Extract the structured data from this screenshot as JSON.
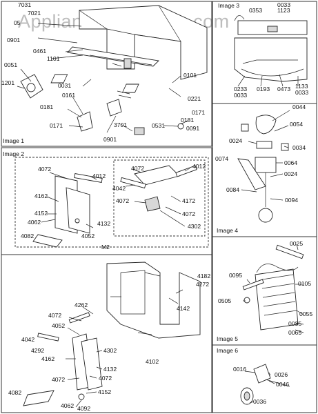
{
  "watermark": "AppliancePartsPros.com",
  "panels": [
    {
      "title": "Image 1"
    },
    {
      "title": "Image 2"
    },
    {
      "title": "Image 3"
    },
    {
      "title": "Image 4"
    },
    {
      "title": "Image 5"
    },
    {
      "title": "Image 6"
    }
  ],
  "labels": [
    "7031",
    "7021",
    "05",
    "0901",
    "0461",
    "1101",
    "0051",
    "1201",
    "0031",
    "0161",
    "0181",
    "0171",
    "0101",
    "0221",
    "0171",
    "0181",
    "0091",
    "3701",
    "0531",
    "0901",
    "0353",
    "0033",
    "1123",
    "0233",
    "0033",
    "0193",
    "0473",
    "1133",
    "0033",
    "0044",
    "0054",
    "0024",
    "0034",
    "0074",
    "0064",
    "0024",
    "0084",
    "0094",
    "4072",
    "4012",
    "4072",
    "4012",
    "4162",
    "4042",
    "4172",
    "4152",
    "4072",
    "4062",
    "4132",
    "4072",
    "4082",
    "4052",
    "4302",
    "M2",
    "4182",
    "4272",
    "4142",
    "4262",
    "4072",
    "4052",
    "4042",
    "4292",
    "4162",
    "4302",
    "4102",
    "4132",
    "4072",
    "4072",
    "4152",
    "4082",
    "4062",
    "4092",
    "0025",
    "0095",
    "0105",
    "0505",
    "0055",
    "0035",
    "0065",
    "0016",
    "0026",
    "0046",
    "0036"
  ]
}
